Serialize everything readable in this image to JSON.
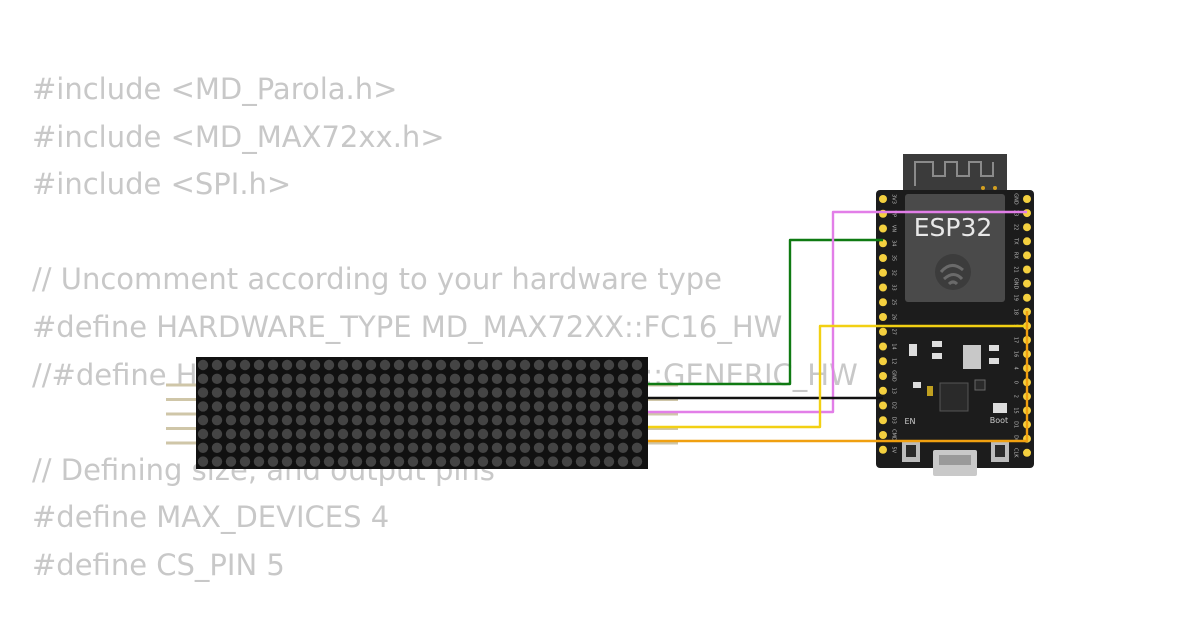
{
  "code_lines": [
    "#include <MD_Parola.h>",
    "#include <MD_MAX72xx.h>",
    "#include <SPI.h>",
    "",
    "// Uncomment according to your hardware type",
    "#define HARDWARE_TYPE MD_MAX72XX::FC16_HW",
    "//#define HARDWARE_TYPE MD_MAX72XX::GENERIC_HW",
    "",
    "// Defining size, and output pins",
    "#define MAX_DEVICES 4",
    "#define CS_PIN 5"
  ],
  "board": {
    "name": "ESP32",
    "label_en": "EN",
    "label_boot": "Boot",
    "pins_left": [
      "3V3",
      "VP",
      "VN",
      "34",
      "35",
      "32",
      "33",
      "25",
      "26",
      "27",
      "14",
      "12",
      "GND",
      "13",
      "D2",
      "D3",
      "CMD",
      "5V"
    ],
    "pins_right": [
      "GND",
      "23",
      "22",
      "TX",
      "RX",
      "21",
      "GND",
      "19",
      "18",
      "5",
      "17",
      "16",
      "4",
      "0",
      "2",
      "15",
      "D1",
      "D0",
      "CLK"
    ]
  },
  "matrix": {
    "columns": 32,
    "rows": 8,
    "pins": 5
  },
  "wire_colors": {
    "green": "#0f7a12",
    "pink": "#e27ee8",
    "black": "#111111",
    "yellow": "#f2d013",
    "orange": "#f0a010"
  },
  "colors": {
    "code_text": "#c8c8c8",
    "pcb": "#1c1c1c",
    "pin_pad": "#f4d03f",
    "matrix_body": "#111111",
    "matrix_dot": "#444444"
  }
}
